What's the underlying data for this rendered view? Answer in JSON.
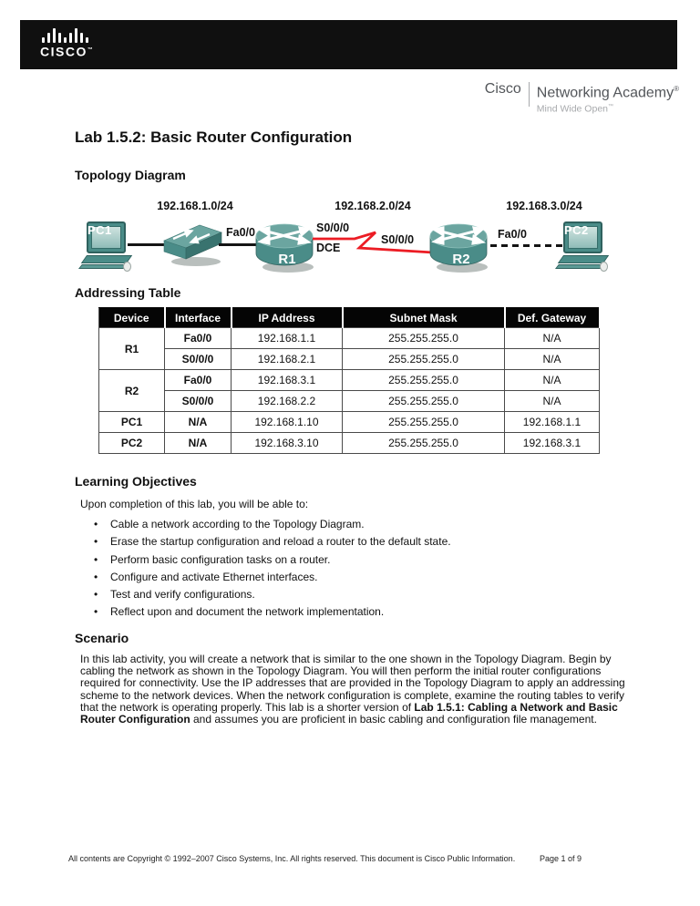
{
  "header": {
    "logo_text": "CISCO",
    "logo_tm": "™",
    "academy": {
      "brand": "Cisco",
      "name": "Networking Academy",
      "reg": "®",
      "tagline": "Mind Wide Open",
      "tm": "™"
    }
  },
  "title": "Lab 1.5.2: Basic Router Configuration",
  "topology": {
    "heading": "Topology Diagram",
    "networks": [
      "192.168.1.0/24",
      "192.168.2.0/24",
      "192.168.3.0/24"
    ],
    "devices": {
      "pc1": "PC1",
      "r1": "R1",
      "r2": "R2",
      "pc2": "PC2"
    },
    "labels": {
      "r1_fa": "Fa0/0",
      "r1_serial": "S0/0/0",
      "dce": "DCE",
      "r2_serial": "S0/0/0",
      "r2_fa": "Fa0/0"
    }
  },
  "table": {
    "heading": "Addressing Table",
    "columns": [
      "Device",
      "Interface",
      "IP Address",
      "Subnet Mask",
      "Def. Gateway"
    ],
    "rows": [
      {
        "device": "R1",
        "interface": "Fa0/0",
        "ip": "192.168.1.1",
        "mask": "255.255.255.0",
        "gw": "N/A"
      },
      {
        "device": "",
        "interface": "S0/0/0",
        "ip": "192.168.2.1",
        "mask": "255.255.255.0",
        "gw": "N/A"
      },
      {
        "device": "R2",
        "interface": "Fa0/0",
        "ip": "192.168.3.1",
        "mask": "255.255.255.0",
        "gw": "N/A"
      },
      {
        "device": "",
        "interface": "S0/0/0",
        "ip": "192.168.2.2",
        "mask": "255.255.255.0",
        "gw": "N/A"
      },
      {
        "device": "PC1",
        "interface": "N/A",
        "ip": "192.168.1.10",
        "mask": "255.255.255.0",
        "gw": "192.168.1.1"
      },
      {
        "device": "PC2",
        "interface": "N/A",
        "ip": "192.168.3.10",
        "mask": "255.255.255.0",
        "gw": "192.168.3.1"
      }
    ]
  },
  "objectives": {
    "heading": "Learning Objectives",
    "intro": "Upon completion of this lab, you will be able to:",
    "items": [
      "Cable a network according to the Topology Diagram.",
      "Erase the startup configuration and reload a router to the default state.",
      "Perform basic configuration tasks on a router.",
      "Configure and activate Ethernet interfaces.",
      "Test and verify configurations.",
      "Reflect upon and document the network implementation."
    ]
  },
  "scenario": {
    "heading": "Scenario",
    "text_before": "In this lab activity, you will create a network that is similar to the one shown in the Topology Diagram. Begin by cabling the network as shown in the Topology Diagram. You will then perform the initial router configurations required for connectivity. Use the IP addresses that are provided in the Topology Diagram to apply an addressing scheme to the network devices. When the network configuration is complete, examine the routing tables to verify that the network is operating properly. This lab is a shorter version of ",
    "text_bold": "Lab 1.5.1: Cabling a Network and Basic Router Configuration",
    "text_after": " and assumes you are proficient in basic cabling and configuration file management."
  },
  "footer": {
    "copyright": "All contents are Copyright © 1992–2007 Cisco Systems, Inc. All rights reserved. This document is Cisco Public Information.",
    "page": "Page 1 of 9"
  },
  "colors": {
    "header_bar": "#101010",
    "device_teal": "#4a8c88",
    "device_teal_light": "#6ba5a0",
    "serial_red": "#ec1c24",
    "academy_gray": "#53565a",
    "tagline_gray": "#a7a9ac"
  }
}
